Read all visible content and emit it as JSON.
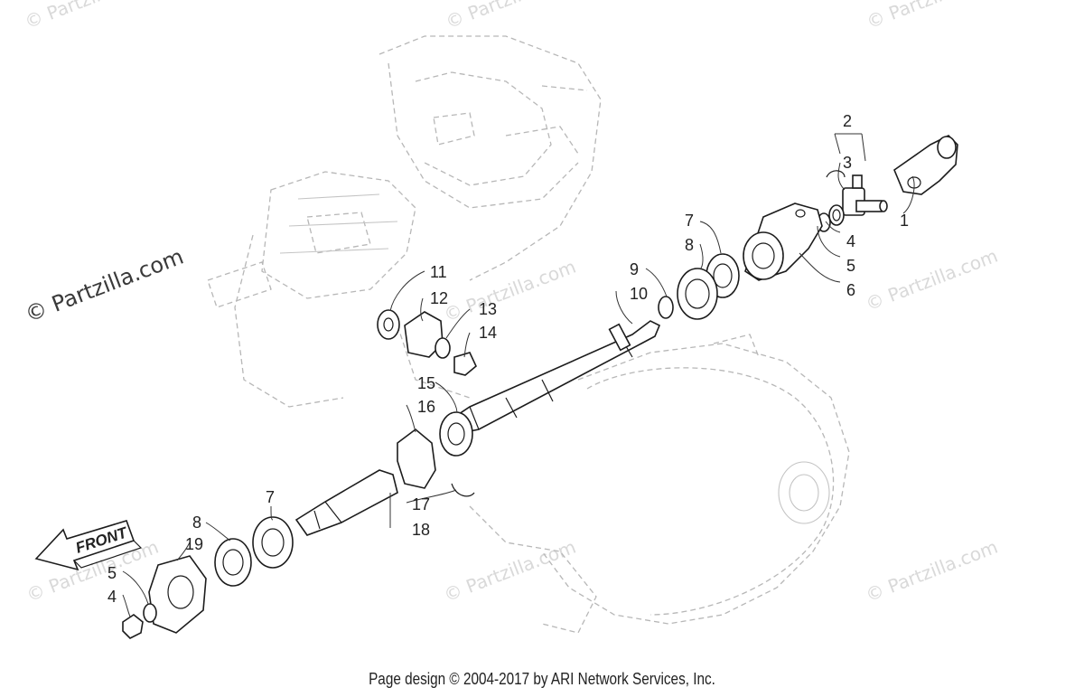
{
  "watermark": "© Partzilla.com",
  "front_label": "FRONT",
  "footer": "Page design © 2004-2017 by ARI Network Services, Inc.",
  "callouts": [
    "1",
    "2",
    "3",
    "4",
    "5",
    "6",
    "7",
    "8",
    "9",
    "10",
    "11",
    "12",
    "13",
    "14",
    "15",
    "16",
    "17",
    "18",
    "7",
    "8",
    "19",
    "5",
    "4"
  ]
}
